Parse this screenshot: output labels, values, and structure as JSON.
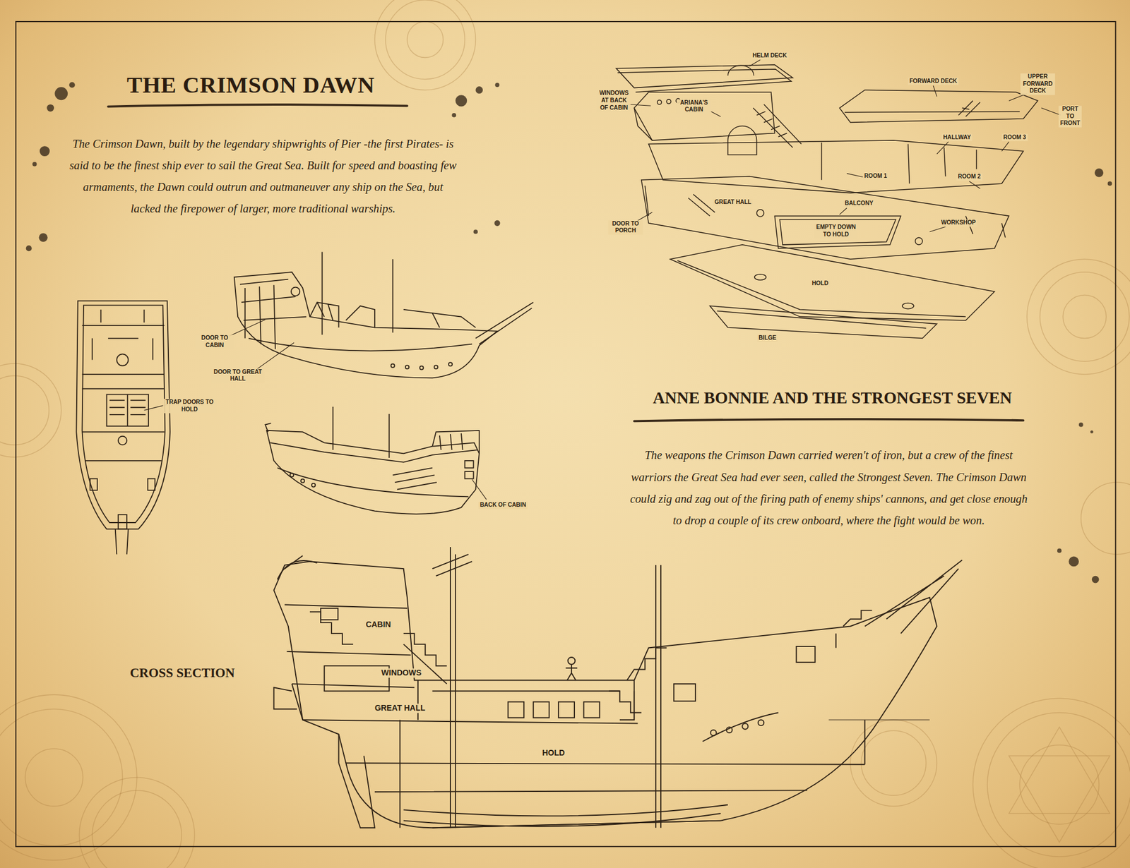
{
  "diagram": {
    "title": "THE CRIMSON DAWN",
    "labels": [
      "The Crimson Dawn, built by the legendary shipwrights of Pier -the first Pirates- is said to be the finest ship ever to sail the Great Sea. Built for speed and boasting few armaments, the Dawn could outrun and outmaneuver any ship on the Sea, but lacked the firepower of larger, more traditional warships.",
      "HELM DECK",
      "WINDOWS AT BACK OF CABIN",
      "ARIANA'S CABIN",
      "FORWARD DECK",
      "UPPER FORWARD DECK",
      "PORT TO FRONT",
      "HALLWAY",
      "ROOM 3",
      "ROOM 1",
      "ROOM 2",
      "GREAT HALL",
      "BALCONY",
      "DOOR TO PORCH",
      "EMPTY DOWN TO HOLD",
      "WORKSHOP",
      "HOLD",
      "BILGE",
      "DOOR TO CABIN",
      "DOOR TO GREAT HALL",
      "TRAP DOORS TO HOLD",
      "BACK OF CABIN",
      "ANNE BONNIE AND THE STRONGEST SEVEN",
      "The weapons the Crimson Dawn carried weren't of iron, but a crew of the finest warriors the Great Sea had ever seen, called the Strongest Seven. The Crimson Dawn could zig and zag out of the firing path of enemy ships' cannons, and get close enough to drop a couple of its crew onboard, where the fight would be won.",
      "CROSS SECTION",
      "CABIN",
      "WINDOWS",
      "GREAT HALL",
      "HOLD"
    ]
  }
}
